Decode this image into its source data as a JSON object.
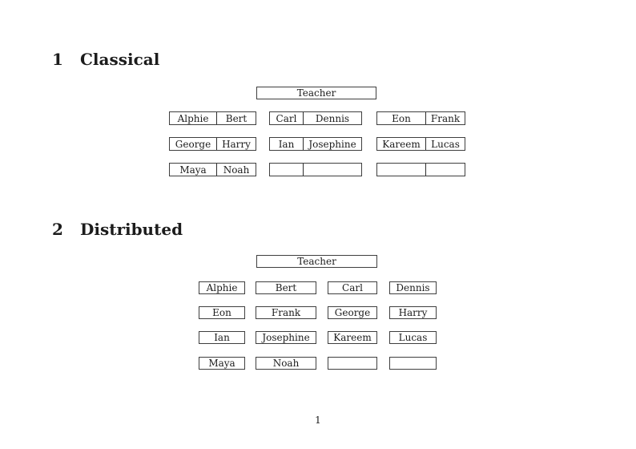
{
  "sections": [
    {
      "number": "1",
      "title": "Classical"
    },
    {
      "number": "2",
      "title": "Distributed"
    }
  ],
  "classical": {
    "teacher_label": "Teacher",
    "rows": [
      [
        {
          "left": "Alphie",
          "right": "Bert"
        },
        {
          "left": "Carl",
          "right": "Dennis"
        },
        {
          "left": "Eon",
          "right": "Frank"
        }
      ],
      [
        {
          "left": "George",
          "right": "Harry"
        },
        {
          "left": "Ian",
          "right": "Josephine"
        },
        {
          "left": "Kareem",
          "right": "Lucas"
        }
      ],
      [
        {
          "left": "Maya",
          "right": "Noah"
        },
        {
          "left": "",
          "right": ""
        },
        {
          "left": "",
          "right": ""
        }
      ]
    ]
  },
  "distributed": {
    "teacher_label": "Teacher",
    "rows": [
      [
        "Alphie",
        "Bert",
        "Carl",
        "Dennis"
      ],
      [
        "Eon",
        "Frank",
        "George",
        "Harry"
      ],
      [
        "Ian",
        "Josephine",
        "Kareem",
        "Lucas"
      ],
      [
        "Maya",
        "Noah",
        "",
        ""
      ]
    ]
  },
  "footer": {
    "page_number": "1"
  },
  "colors": {
    "text": "#1c1c1c",
    "border": "#3f3f3f",
    "background": "#ffffff"
  }
}
